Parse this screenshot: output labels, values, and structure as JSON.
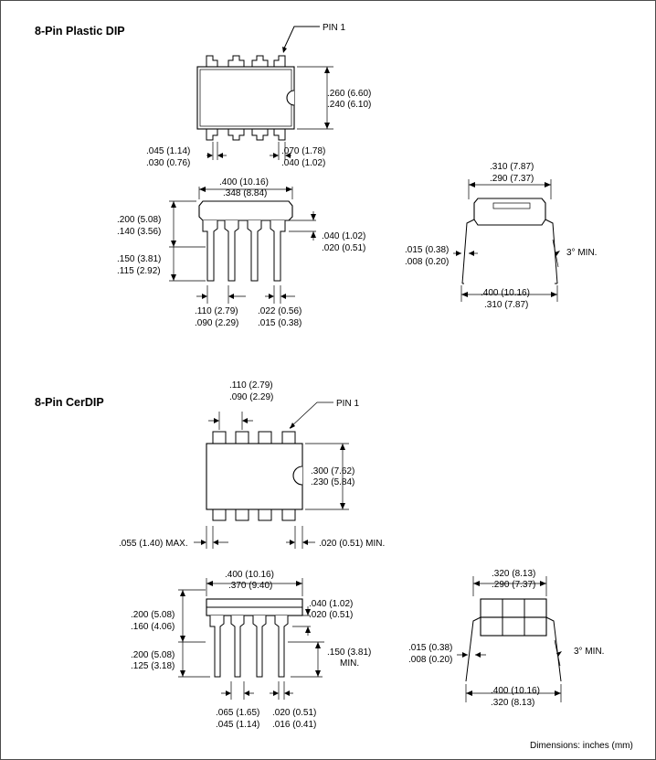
{
  "plastic": {
    "title": "8-Pin Plastic DIP",
    "pin1": "PIN 1",
    "top_w_a": ".260 (6.60)",
    "top_w_b": ".240 (6.10)",
    "lead_w_a": ".045 (1.14)",
    "lead_w_b": ".030 (0.76)",
    "lead_w2_a": ".070 (1.78)",
    "lead_w2_b": ".040 (1.02)",
    "len_a": ".400 (10.16)",
    "len_b": ".348 (8.84)",
    "ht_a": ".200 (5.08)",
    "ht_b": ".140 (3.56)",
    "seat_a": ".040 (1.02)",
    "seat_b": ".020 (0.51)",
    "lead_len_a": ".150 (3.81)",
    "lead_len_b": ".115 (2.92)",
    "pitch_a": ".110 (2.79)",
    "pitch_b": ".090 (2.29)",
    "leadd_a": ".022 (0.56)",
    "leadd_b": ".015 (0.38)",
    "end_w_a": ".310 (7.87)",
    "end_w_b": ".290 (7.37)",
    "thick_a": ".015 (0.38)",
    "thick_b": ".008 (0.20)",
    "angle": "3° MIN.",
    "span_a": ".400 (10.16)",
    "span_b": ".310 (7.87)"
  },
  "cerdip": {
    "title": "8-Pin CerDIP",
    "pin1": "PIN 1",
    "pitch_a": ".110 (2.79)",
    "pitch_b": ".090 (2.29)",
    "top_w_a": ".300 (7.62)",
    "top_w_b": ".230 (5.84)",
    "endgap": ".055 (1.40) MAX.",
    "mingap": ".020 (0.51) MIN.",
    "len_a": ".400 (10.16)",
    "len_b": ".370 (9.40)",
    "ht_a": ".200 (5.08)",
    "ht_b": ".160 (4.06)",
    "seat_a": ".040 (1.02)",
    "seat_b": ".020 (0.51)",
    "lead_len_a": ".200 (5.08)",
    "lead_len_b": ".125 (3.18)",
    "min_a": ".150 (3.81)",
    "min_b": "MIN.",
    "shoulder_a": ".065 (1.65)",
    "shoulder_b": ".045 (1.14)",
    "leadd_a": ".020 (0.51)",
    "leadd_b": ".016 (0.41)",
    "end_w_a": ".320 (8.13)",
    "end_w_b": ".290 (7.37)",
    "thick_a": ".015 (0.38)",
    "thick_b": ".008 (0.20)",
    "angle": "3° MIN.",
    "span_a": ".400 (10.16)",
    "span_b": ".320 (8.13)"
  },
  "footer": {
    "dims": "Dimensions:  inches (mm)"
  }
}
